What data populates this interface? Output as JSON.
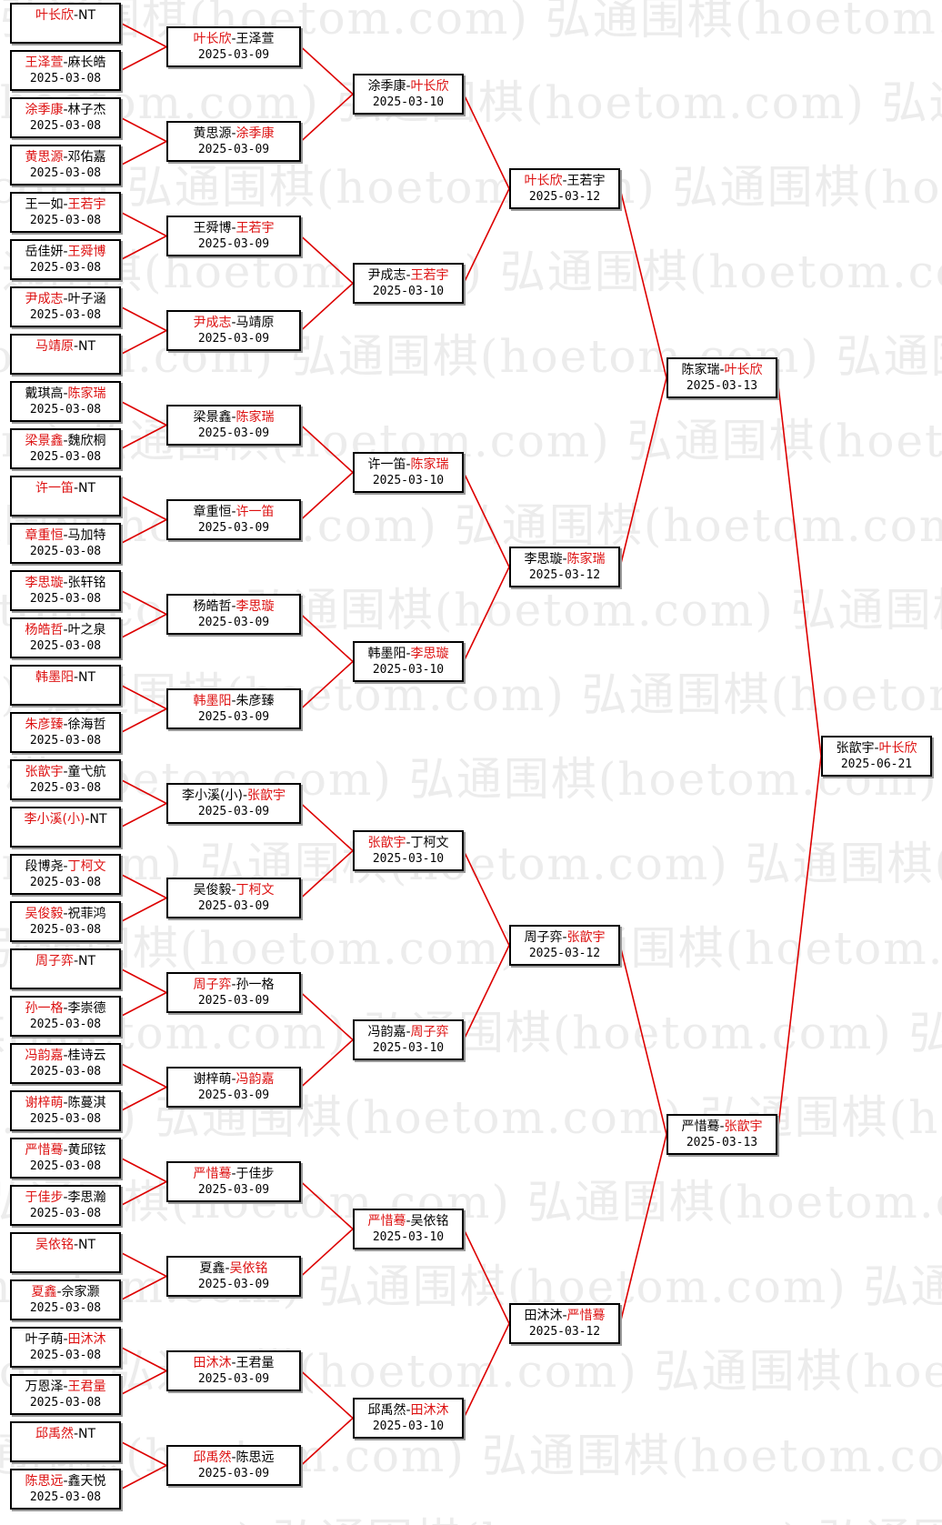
{
  "watermark": "弘通围棋(hoetom.com)",
  "colors": {
    "winner": "#dd1111",
    "line": "#dd0000",
    "border": "#000000"
  },
  "rounds": [
    {
      "matches": [
        {
          "p1": "叶长欣",
          "p2": "NT",
          "winner": 1,
          "date": ""
        },
        {
          "p1": "王泽萱",
          "p2": "麻长皓",
          "winner": 1,
          "date": "2025-03-08"
        },
        {
          "p1": "涂季康",
          "p2": "林子杰",
          "winner": 1,
          "date": "2025-03-08"
        },
        {
          "p1": "黄思源",
          "p2": "邓佑嘉",
          "winner": 1,
          "date": "2025-03-08"
        },
        {
          "p1": "王一如",
          "p2": "王若宇",
          "winner": 2,
          "date": "2025-03-08"
        },
        {
          "p1": "岳佳妍",
          "p2": "王舜博",
          "winner": 2,
          "date": "2025-03-08"
        },
        {
          "p1": "尹成志",
          "p2": "叶子涵",
          "winner": 1,
          "date": "2025-03-08"
        },
        {
          "p1": "马靖原",
          "p2": "NT",
          "winner": 1,
          "date": ""
        },
        {
          "p1": "戴琪高",
          "p2": "陈家瑞",
          "winner": 2,
          "date": "2025-03-08"
        },
        {
          "p1": "梁景鑫",
          "p2": "魏欣桐",
          "winner": 1,
          "date": "2025-03-08"
        },
        {
          "p1": "许一笛",
          "p2": "NT",
          "winner": 1,
          "date": ""
        },
        {
          "p1": "章重恒",
          "p2": "马加特",
          "winner": 1,
          "date": "2025-03-08"
        },
        {
          "p1": "李思璇",
          "p2": "张轩铭",
          "winner": 1,
          "date": "2025-03-08"
        },
        {
          "p1": "杨皓哲",
          "p2": "叶之泉",
          "winner": 1,
          "date": "2025-03-08"
        },
        {
          "p1": "韩墨阳",
          "p2": "NT",
          "winner": 1,
          "date": ""
        },
        {
          "p1": "朱彦臻",
          "p2": "徐海哲",
          "winner": 1,
          "date": "2025-03-08"
        },
        {
          "p1": "张歆宇",
          "p2": "童弋航",
          "winner": 1,
          "date": "2025-03-08"
        },
        {
          "p1": "李小溪(小)",
          "p2": "NT",
          "winner": 1,
          "date": ""
        },
        {
          "p1": "段博尧",
          "p2": "丁柯文",
          "winner": 2,
          "date": "2025-03-08"
        },
        {
          "p1": "吴俊毅",
          "p2": "祝菲鸿",
          "winner": 1,
          "date": "2025-03-08"
        },
        {
          "p1": "周子弈",
          "p2": "NT",
          "winner": 1,
          "date": ""
        },
        {
          "p1": "孙一格",
          "p2": "李崇德",
          "winner": 1,
          "date": "2025-03-08"
        },
        {
          "p1": "冯韵嘉",
          "p2": "桂诗云",
          "winner": 1,
          "date": "2025-03-08"
        },
        {
          "p1": "谢梓萌",
          "p2": "陈蔓淇",
          "winner": 1,
          "date": "2025-03-08"
        },
        {
          "p1": "严惜蓦",
          "p2": "黄邱铉",
          "winner": 1,
          "date": "2025-03-08"
        },
        {
          "p1": "于佳步",
          "p2": "李思瀚",
          "winner": 1,
          "date": "2025-03-08"
        },
        {
          "p1": "吴依铭",
          "p2": "NT",
          "winner": 1,
          "date": ""
        },
        {
          "p1": "夏鑫",
          "p2": "佘家灏",
          "winner": 1,
          "date": "2025-03-08"
        },
        {
          "p1": "叶子萌",
          "p2": "田沐沐",
          "winner": 2,
          "date": "2025-03-08"
        },
        {
          "p1": "万恩泽",
          "p2": "王君量",
          "winner": 2,
          "date": "2025-03-08"
        },
        {
          "p1": "邱禹然",
          "p2": "NT",
          "winner": 1,
          "date": ""
        },
        {
          "p1": "陈思远",
          "p2": "鑫天悦",
          "winner": 1,
          "date": "2025-03-08"
        }
      ]
    },
    {
      "matches": [
        {
          "p1": "叶长欣",
          "p2": "王泽萱",
          "winner": 1,
          "date": "2025-03-09"
        },
        {
          "p1": "黄思源",
          "p2": "涂季康",
          "winner": 2,
          "date": "2025-03-09"
        },
        {
          "p1": "王舜博",
          "p2": "王若宇",
          "winner": 2,
          "date": "2025-03-09"
        },
        {
          "p1": "尹成志",
          "p2": "马靖原",
          "winner": 1,
          "date": "2025-03-09"
        },
        {
          "p1": "梁景鑫",
          "p2": "陈家瑞",
          "winner": 2,
          "date": "2025-03-09"
        },
        {
          "p1": "章重恒",
          "p2": "许一笛",
          "winner": 2,
          "date": "2025-03-09"
        },
        {
          "p1": "杨皓哲",
          "p2": "李思璇",
          "winner": 2,
          "date": "2025-03-09"
        },
        {
          "p1": "韩墨阳",
          "p2": "朱彦臻",
          "winner": 1,
          "date": "2025-03-09"
        },
        {
          "p1": "李小溪(小)",
          "p2": "张歆宇",
          "winner": 2,
          "date": "2025-03-09"
        },
        {
          "p1": "吴俊毅",
          "p2": "丁柯文",
          "winner": 2,
          "date": "2025-03-09"
        },
        {
          "p1": "周子弈",
          "p2": "孙一格",
          "winner": 1,
          "date": "2025-03-09"
        },
        {
          "p1": "谢梓萌",
          "p2": "冯韵嘉",
          "winner": 2,
          "date": "2025-03-09"
        },
        {
          "p1": "严惜蓦",
          "p2": "于佳步",
          "winner": 1,
          "date": "2025-03-09"
        },
        {
          "p1": "夏鑫",
          "p2": "吴依铭",
          "winner": 2,
          "date": "2025-03-09"
        },
        {
          "p1": "田沐沐",
          "p2": "王君量",
          "winner": 1,
          "date": "2025-03-09"
        },
        {
          "p1": "邱禹然",
          "p2": "陈思远",
          "winner": 1,
          "date": "2025-03-09"
        }
      ]
    },
    {
      "matches": [
        {
          "p1": "涂季康",
          "p2": "叶长欣",
          "winner": 2,
          "date": "2025-03-10"
        },
        {
          "p1": "尹成志",
          "p2": "王若宇",
          "winner": 2,
          "date": "2025-03-10"
        },
        {
          "p1": "许一笛",
          "p2": "陈家瑞",
          "winner": 2,
          "date": "2025-03-10"
        },
        {
          "p1": "韩墨阳",
          "p2": "李思璇",
          "winner": 2,
          "date": "2025-03-10"
        },
        {
          "p1": "张歆宇",
          "p2": "丁柯文",
          "winner": 1,
          "date": "2025-03-10"
        },
        {
          "p1": "冯韵嘉",
          "p2": "周子弈",
          "winner": 2,
          "date": "2025-03-10"
        },
        {
          "p1": "严惜蓦",
          "p2": "吴依铭",
          "winner": 1,
          "date": "2025-03-10"
        },
        {
          "p1": "邱禹然",
          "p2": "田沐沐",
          "winner": 2,
          "date": "2025-03-10"
        }
      ]
    },
    {
      "matches": [
        {
          "p1": "叶长欣",
          "p2": "王若宇",
          "winner": 1,
          "date": "2025-03-12"
        },
        {
          "p1": "李思璇",
          "p2": "陈家瑞",
          "winner": 2,
          "date": "2025-03-12"
        },
        {
          "p1": "周子弈",
          "p2": "张歆宇",
          "winner": 2,
          "date": "2025-03-12"
        },
        {
          "p1": "田沐沐",
          "p2": "严惜蓦",
          "winner": 2,
          "date": "2025-03-12"
        }
      ]
    },
    {
      "matches": [
        {
          "p1": "陈家瑞",
          "p2": "叶长欣",
          "winner": 2,
          "date": "2025-03-13"
        },
        {
          "p1": "严惜蓦",
          "p2": "张歆宇",
          "winner": 2,
          "date": "2025-03-13"
        }
      ]
    },
    {
      "matches": [
        {
          "p1": "张歆宇",
          "p2": "叶长欣",
          "winner": 2,
          "date": "2025-06-21"
        }
      ]
    }
  ]
}
